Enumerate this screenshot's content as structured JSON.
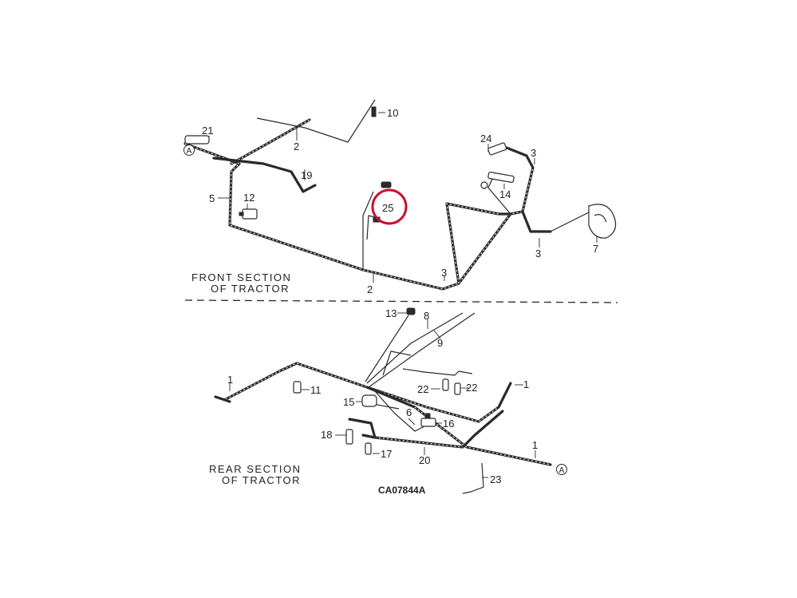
{
  "sections": {
    "front": [
      "FRONT SECTION",
      "OF TRACTOR"
    ],
    "rear": [
      "REAR SECTION",
      "OF TRACTOR"
    ]
  },
  "drawing_code": "CA07844A",
  "connector_letter": "A",
  "highlight": {
    "number": "25",
    "color": "#c8102e"
  },
  "callouts": {
    "front": [
      "10",
      "2",
      "21",
      "19",
      "5",
      "12",
      "25",
      "24",
      "3",
      "14",
      "3",
      "7",
      "2",
      "3"
    ],
    "rear": [
      "13",
      "8",
      "9",
      "1",
      "11",
      "22",
      "22",
      "1",
      "15",
      "6",
      "16",
      "18",
      "17",
      "20",
      "1",
      "23"
    ]
  }
}
